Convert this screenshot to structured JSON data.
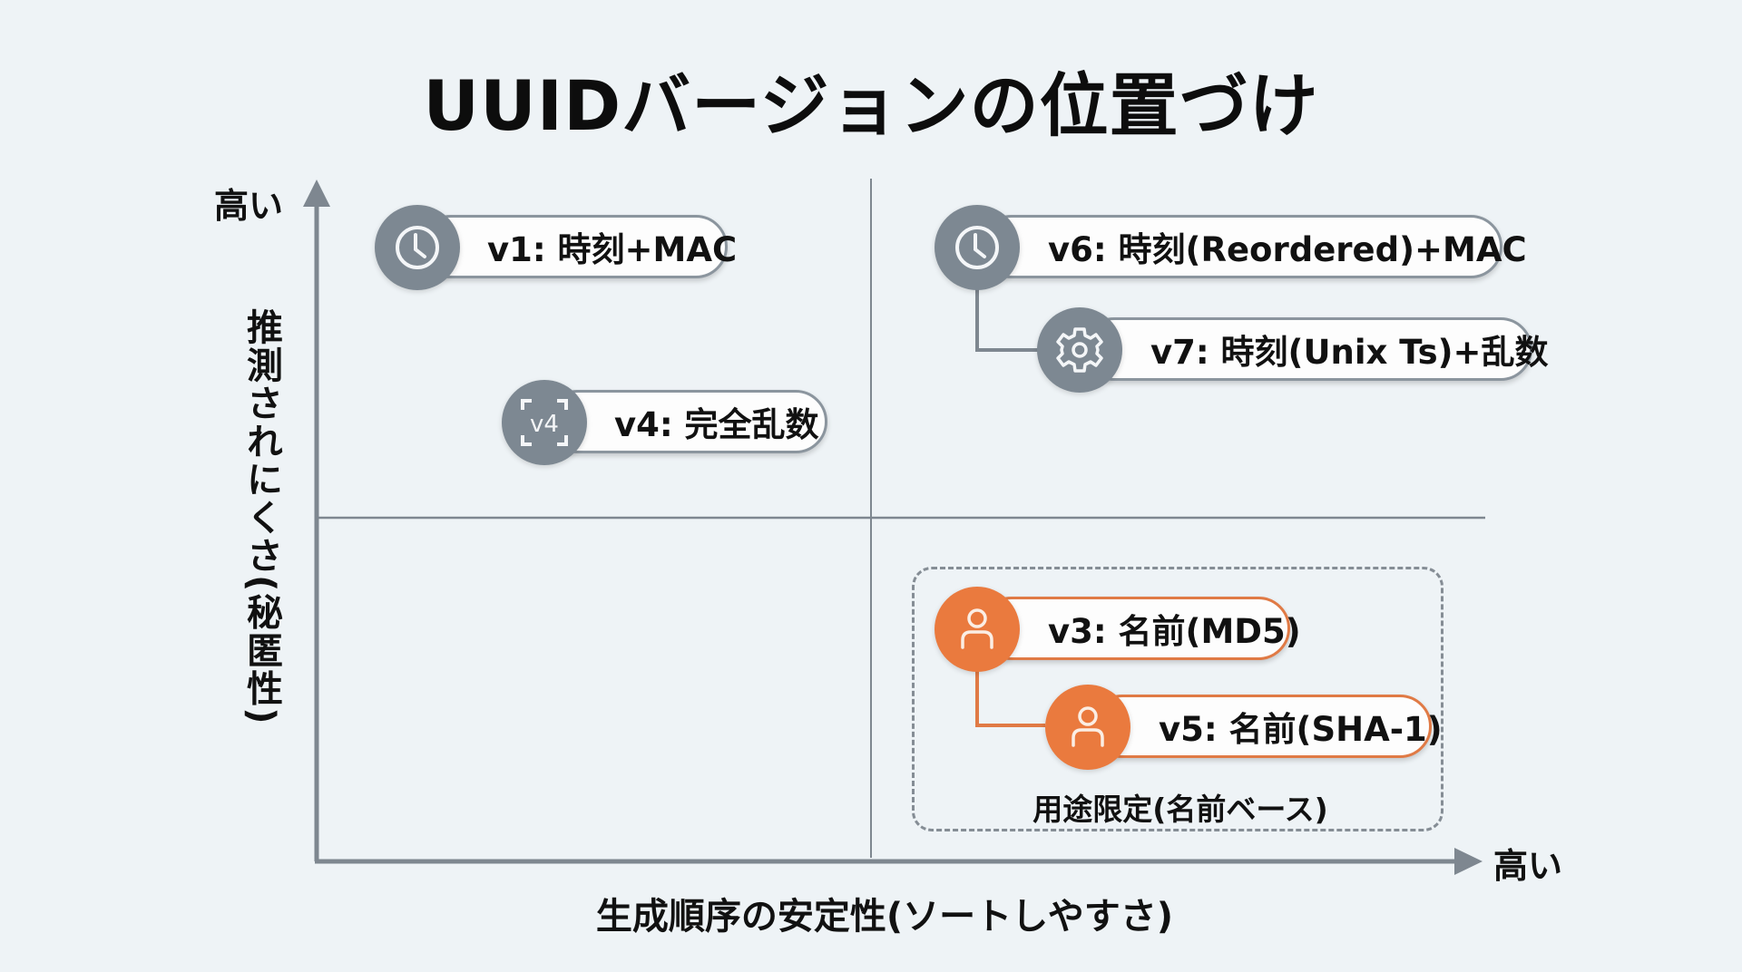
{
  "title": "UUIDバージョンの位置づけ",
  "axes": {
    "y_label": "推測されにくさ(秘匿性)",
    "y_high": "高い",
    "x_label": "生成順序の安定性(ソートしやすさ)",
    "x_high": "高い"
  },
  "colors": {
    "neutral": "#7d8892",
    "accent": "#ea7a3e",
    "axis": "#7e8790",
    "background": "#eef3f6"
  },
  "versions": [
    {
      "id": "v1",
      "label": "v1: 時刻+MAC",
      "icon": "clock-icon",
      "quadrant": "top-left",
      "style": "neutral"
    },
    {
      "id": "v4",
      "label": "v4: 完全乱数",
      "icon": "v4-frame-icon",
      "icon_text": "v4",
      "quadrant": "top-left",
      "style": "neutral"
    },
    {
      "id": "v6",
      "label": "v6: 時刻(Reordered)+MAC",
      "icon": "clock-icon",
      "quadrant": "top-right",
      "style": "neutral"
    },
    {
      "id": "v7",
      "label": "v7: 時刻(Unix Ts)+乱数",
      "icon": "gear-icon",
      "quadrant": "top-right",
      "style": "neutral",
      "connected_to": "v6"
    },
    {
      "id": "v3",
      "label": "v3: 名前(MD5)",
      "icon": "user-icon",
      "quadrant": "bottom-right",
      "style": "accent"
    },
    {
      "id": "v5",
      "label": "v5: 名前(SHA-1)",
      "icon": "user-icon",
      "quadrant": "bottom-right",
      "style": "accent",
      "connected_to": "v3"
    }
  ],
  "group": {
    "caption": "用途限定(名前ベース)",
    "members": [
      "v3",
      "v5"
    ]
  }
}
